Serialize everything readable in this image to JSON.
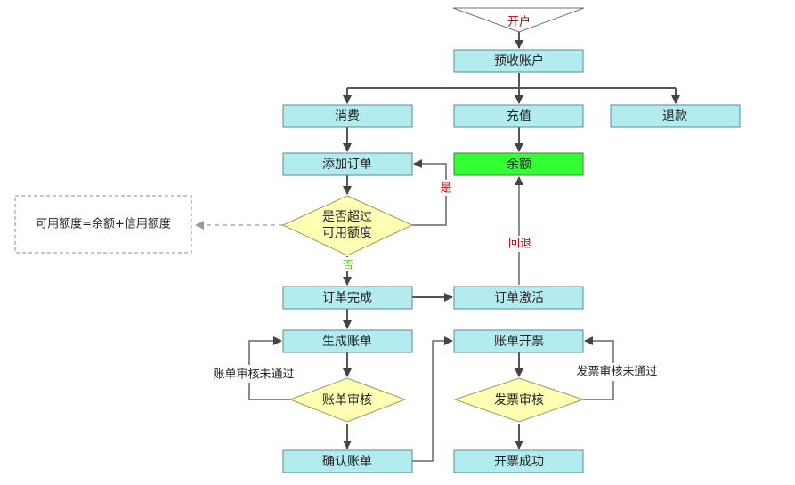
{
  "nodes": {
    "start": "开户",
    "prepaid": "预收账户",
    "consume": "消费",
    "recharge": "充值",
    "refund": "退款",
    "add_order": "添加订单",
    "balance": "余额",
    "check_line1": "是否超过",
    "check_line2": "可用额度",
    "note": "可用额度=余额+信用额度",
    "order_done": "订单完成",
    "order_activate": "订单激活",
    "gen_bill": "生成账单",
    "bill_audit": "账单审核",
    "confirm_bill": "确认账单",
    "bill_invoice": "账单开票",
    "invoice_audit": "发票审核",
    "invoice_done": "开票成功"
  },
  "edge_labels": {
    "yes": "是",
    "no": "否",
    "rollback": "回退",
    "bill_reject": "账单审核未通过",
    "invoice_reject": "发票审核未通过"
  },
  "colors": {
    "process": "#b2ecee",
    "balance": "#33ff33",
    "decision": "#ffffb4",
    "yes_label": "#cc0000",
    "no_label": "#66cc33"
  }
}
